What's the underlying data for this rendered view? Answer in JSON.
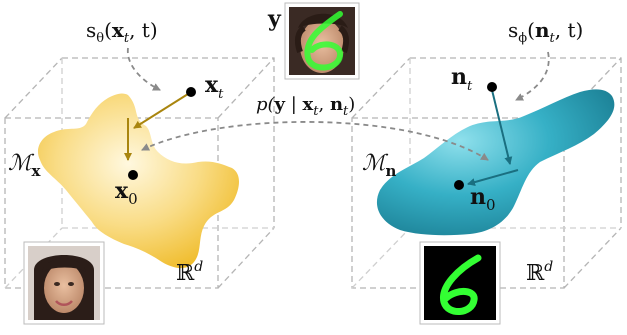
{
  "left_panel": {
    "score_label": {
      "base": "s",
      "sub": "θ",
      "args_open": "(",
      "x": "x",
      "x_sub": "t",
      "comma_t": ", t)"
    },
    "point_xt": {
      "var": "x",
      "sub": "t"
    },
    "point_x0": {
      "var": "x",
      "sub": "0"
    },
    "manifold_label": {
      "var": "ℳ",
      "sub": "x"
    },
    "space_label": {
      "base": "ℝ",
      "sup": "d"
    },
    "manifold_color": "#f3c53a",
    "arrow_color": "#a9850e",
    "thumbnail": "face-photo"
  },
  "right_panel": {
    "score_label": {
      "base": "s",
      "sub": "ϕ",
      "args_open": "(",
      "n": "n",
      "n_sub": "t",
      "comma_t": ", t)"
    },
    "point_nt": {
      "var": "n",
      "sub": "t"
    },
    "point_n0": {
      "var": "n",
      "sub": "0"
    },
    "manifold_label": {
      "var": "ℳ",
      "sub": "n"
    },
    "space_label": {
      "base": "ℝ",
      "sup": "d"
    },
    "manifold_color": "#2a9db0",
    "arrow_color": "#1a6f80",
    "thumbnail": "digit-six"
  },
  "observation": {
    "var": "y",
    "likelihood": {
      "p": "p(",
      "y": "y",
      "bar": " | ",
      "x": "x",
      "x_sub": "t",
      "sep": ", ",
      "n": "n",
      "n_sub": "t",
      "close": ")"
    },
    "thumbnail": "face-with-digit-overlay"
  },
  "colors": {
    "box_dash": "#b5b5b5",
    "dash_arrow": "#8a8a8a",
    "point": "#000000"
  }
}
